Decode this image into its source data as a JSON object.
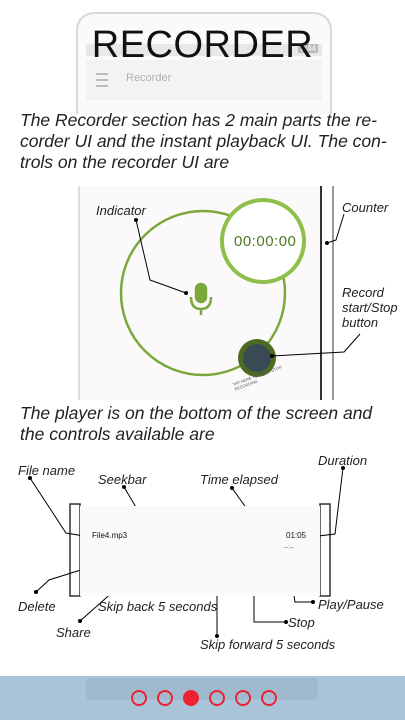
{
  "header": {
    "title": "RECORDER",
    "app_bar_title": "Recorder",
    "status_time": "3:44"
  },
  "intro_text": "The Recorder section has 2 main parts the re-corder UI and the instant playback UI. The con-trols on the recorder UI are",
  "recorder": {
    "counter_value": "00:00:00",
    "record_hint": "TAP HERE TO START/STOP RECORDING",
    "labels": {
      "indicator": "Indicator",
      "counter": "Counter",
      "record_button": "Record start/Stop button"
    }
  },
  "player_text": "The player is on the bottom of the screen and the controls available are",
  "player": {
    "file_name": "File4.mp3",
    "duration": "01:05",
    "elapsed": "--:--",
    "labels": {
      "file_name": "File name",
      "seekbar": "Seekbar",
      "time_elapsed": "Time elapsed",
      "duration": "Duration",
      "delete": "Delete",
      "share": "Share",
      "skip_back": "Skip back 5 seconds",
      "stop": "Stop",
      "play_pause": "Play/Pause",
      "skip_forward": "Skip forward 5 seconds"
    }
  },
  "pagination": {
    "total": 6,
    "active_index": 2
  },
  "colors": {
    "accent_green": "#7ba83a",
    "dark_button": "#3a4a55",
    "dot_red": "#e02020",
    "nav_blue": "#a9c3d9"
  }
}
